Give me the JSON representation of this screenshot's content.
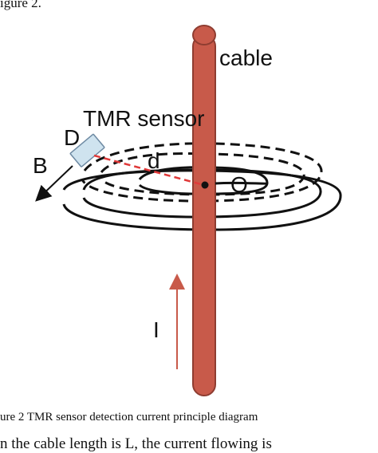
{
  "document": {
    "top_fragment": "igure 2.",
    "caption": "ure 2 TMR sensor detection current principle diagram",
    "bottom_fragment": "n the cable length is L, the current flowing is"
  },
  "diagram": {
    "labels": {
      "cable": "cable",
      "tmr_sensor": "TMR sensor",
      "d_label": "D",
      "b_label": "B",
      "distance_label": "d",
      "center_label": "O",
      "current_label": "I"
    },
    "colors": {
      "cable_fill": "#c85a4a",
      "cable_stroke": "#8f3d31",
      "arrow_current": "#c85a4a",
      "field_lines": "#111111",
      "sensor_fill": "#cfe3ef",
      "sensor_stroke": "#6e8aa3",
      "distance_line": "#e03a3a"
    }
  }
}
